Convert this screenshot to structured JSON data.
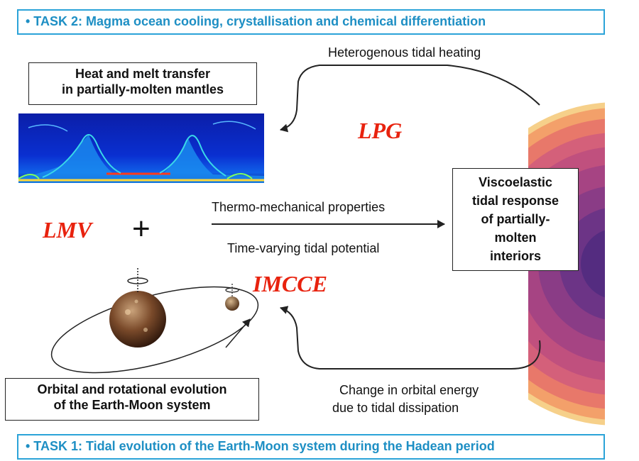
{
  "tasks": {
    "task2": "•  TASK 2: Magma ocean cooling, crystallisation and chemical differentiation",
    "task1": "•  TASK 1: Tidal  evolution of the Earth-Moon system during the Hadean period"
  },
  "arrows": {
    "top": "Heterogenous tidal heating",
    "middle_top": "Thermo-mechanical properties",
    "middle_bottom": "Time-varying tidal potential",
    "bottom_line1": "Change in orbital energy",
    "bottom_line2": "due to  tidal dissipation"
  },
  "boxes": {
    "heat_line1": "Heat and melt transfer",
    "heat_line2": "in partially-molten mantles",
    "visco_line1": "Viscoelastic",
    "visco_line2": "tidal response",
    "visco_line3": "of partially-",
    "visco_line4": "molten",
    "visco_line5": "interiors",
    "orbital_line1": "Orbital and rotational evolution",
    "orbital_line2": "of the Earth-Moon system"
  },
  "labs": {
    "lpg": "LPG",
    "lmv": "LMV",
    "imcce": "IMCCE",
    "plus": "+"
  },
  "colors": {
    "task_border": "#2ba3d8",
    "task_text": "#1e8fc4",
    "lab_red": "#e8220e"
  }
}
